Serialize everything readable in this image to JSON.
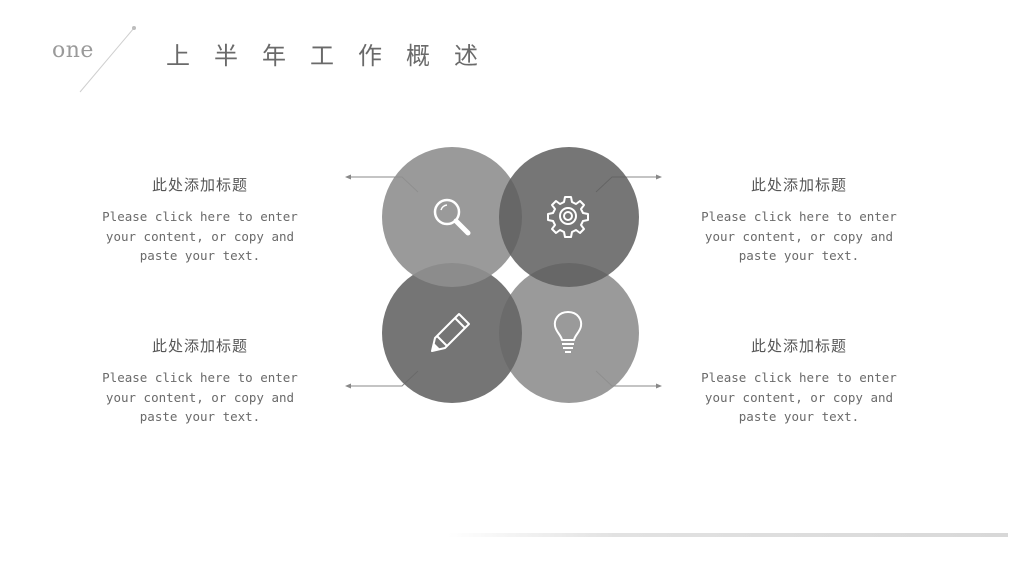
{
  "header": {
    "number_word": "one",
    "title": "上半年工作概述"
  },
  "blocks": [
    {
      "title": "此处添加标题",
      "body": "Please click here to enter your content, or copy and paste your text."
    },
    {
      "title": "此处添加标题",
      "body": "Please click here to enter your content, or copy and paste your text."
    },
    {
      "title": "此处添加标题",
      "body": "Please click here to enter your content, or copy and paste your text."
    },
    {
      "title": "此处添加标题",
      "body": "Please click here to enter your content, or copy and paste your text."
    }
  ],
  "icons": [
    "search-icon",
    "gear-icon",
    "pencil-icon",
    "lightbulb-icon"
  ],
  "colors": {
    "circle_light": "#9a9a9a",
    "circle_dark": "#6e6e6e",
    "text": "#666666"
  }
}
